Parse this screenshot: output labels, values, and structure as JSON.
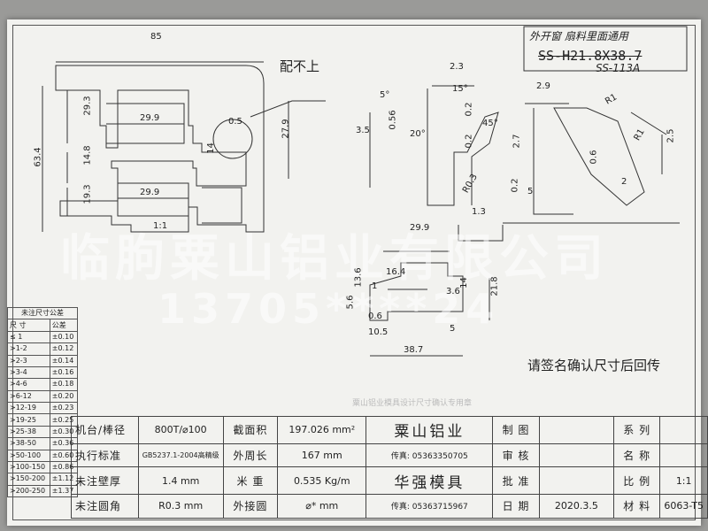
{
  "header": {
    "handwritten_note": "外开窗 扇料里面通用",
    "model": "SS-H21.8X38.7",
    "handwritten_model": "SS-113A"
  },
  "dimensions": {
    "d85": "85",
    "d29_3": "29.3",
    "d63_4": "63.4",
    "d14_8": "14.8",
    "d19_3": "19.3",
    "d29_9a": "29.9",
    "d29_9b": "29.9",
    "d0_5": "0.5",
    "d27_9": "27.9",
    "d14": "14",
    "scale_label": "1:1",
    "note_mismatch": "配不上",
    "d2_3": "2.3",
    "d2_9": "2.9",
    "d0_56": "0.56",
    "d3_5": "3.5",
    "d20deg": "20°",
    "d15deg": "15°",
    "d45deg": "45°",
    "d5deg": "5°",
    "d0_2a": "0.2",
    "d0_2b": "0.2",
    "d2_7": "2.7",
    "r0_3": "R0.3",
    "d1_3": "1.3",
    "d5": "5",
    "d0_2c": "0.2",
    "r1a": "R1",
    "r1b": "R1",
    "d2_5": "2.5",
    "d0_6": "0.6",
    "d2": "2",
    "d29_9c": "29.9",
    "d16_4": "16.4",
    "d13_6": "13.6",
    "d21_8": "21.8",
    "d3_6": "3.6",
    "d5_6": "5.6",
    "d0_6b": "0.6",
    "d10_5": "10.5",
    "d38_7": "38.7",
    "d5b": "5",
    "d1": "1",
    "d14b": "14"
  },
  "sign_note": "请签名确认尺寸后回传",
  "watermark": {
    "company": "临朐粟山铝业有限公司",
    "phone": "13705****24"
  },
  "tolerance": {
    "title": "未注尺寸公差",
    "col_size": "尺 寸",
    "col_tol": "公差",
    "rows": [
      [
        "≤ 1",
        "±0.10"
      ],
      [
        ">1-2",
        "±0.12"
      ],
      [
        ">2-3",
        "±0.14"
      ],
      [
        ">3-4",
        "±0.16"
      ],
      [
        ">4-6",
        "±0.18"
      ],
      [
        ">6-12",
        "±0.20"
      ],
      [
        ">12-19",
        "±0.23"
      ],
      [
        ">19-25",
        "±0.25"
      ],
      [
        ">25-38",
        "±0.30"
      ],
      [
        ">38-50",
        "±0.36"
      ],
      [
        ">50-100",
        "±0.60"
      ],
      [
        ">100-150",
        "±0.86"
      ],
      [
        ">150-200",
        "±1.12"
      ],
      [
        ">200-250",
        "±1.37"
      ]
    ]
  },
  "titleblock": {
    "machine_label": "机台/棒径",
    "machine_value": "800T/⌀100",
    "area_label": "截面积",
    "area_value": "197.026 mm²",
    "company": "粟山铝业",
    "fax1": "传真: 05363350705",
    "draw_label": "制  图",
    "series_label": "系  列",
    "standard_label": "执行标准",
    "standard_value": "GB5237.1-2004高精级",
    "perimeter_label": "外周长",
    "perimeter_value": "167  mm",
    "review_label": "审  核",
    "name_label": "名  称",
    "wall_label": "未注壁厚",
    "wall_value": "1.4   mm",
    "weight_label": "米  重",
    "weight_value": "0.535 Kg/m",
    "mold_company": "华强模具",
    "approve_label": "批  准",
    "scale_label": "比  例",
    "scale_value": "1:1",
    "radius_label": "未注圆角",
    "radius_value": "R0.3   mm",
    "circle_label": "外接圆",
    "circle_value": "⌀*      mm",
    "fax2": "传真: 05363715967",
    "date_label": "日  期",
    "date_value": "2020.3.5",
    "material_label": "材  料",
    "material_value": "6063-T5"
  },
  "faint_text": "粟山铝业模具设计尺寸确认专用章"
}
